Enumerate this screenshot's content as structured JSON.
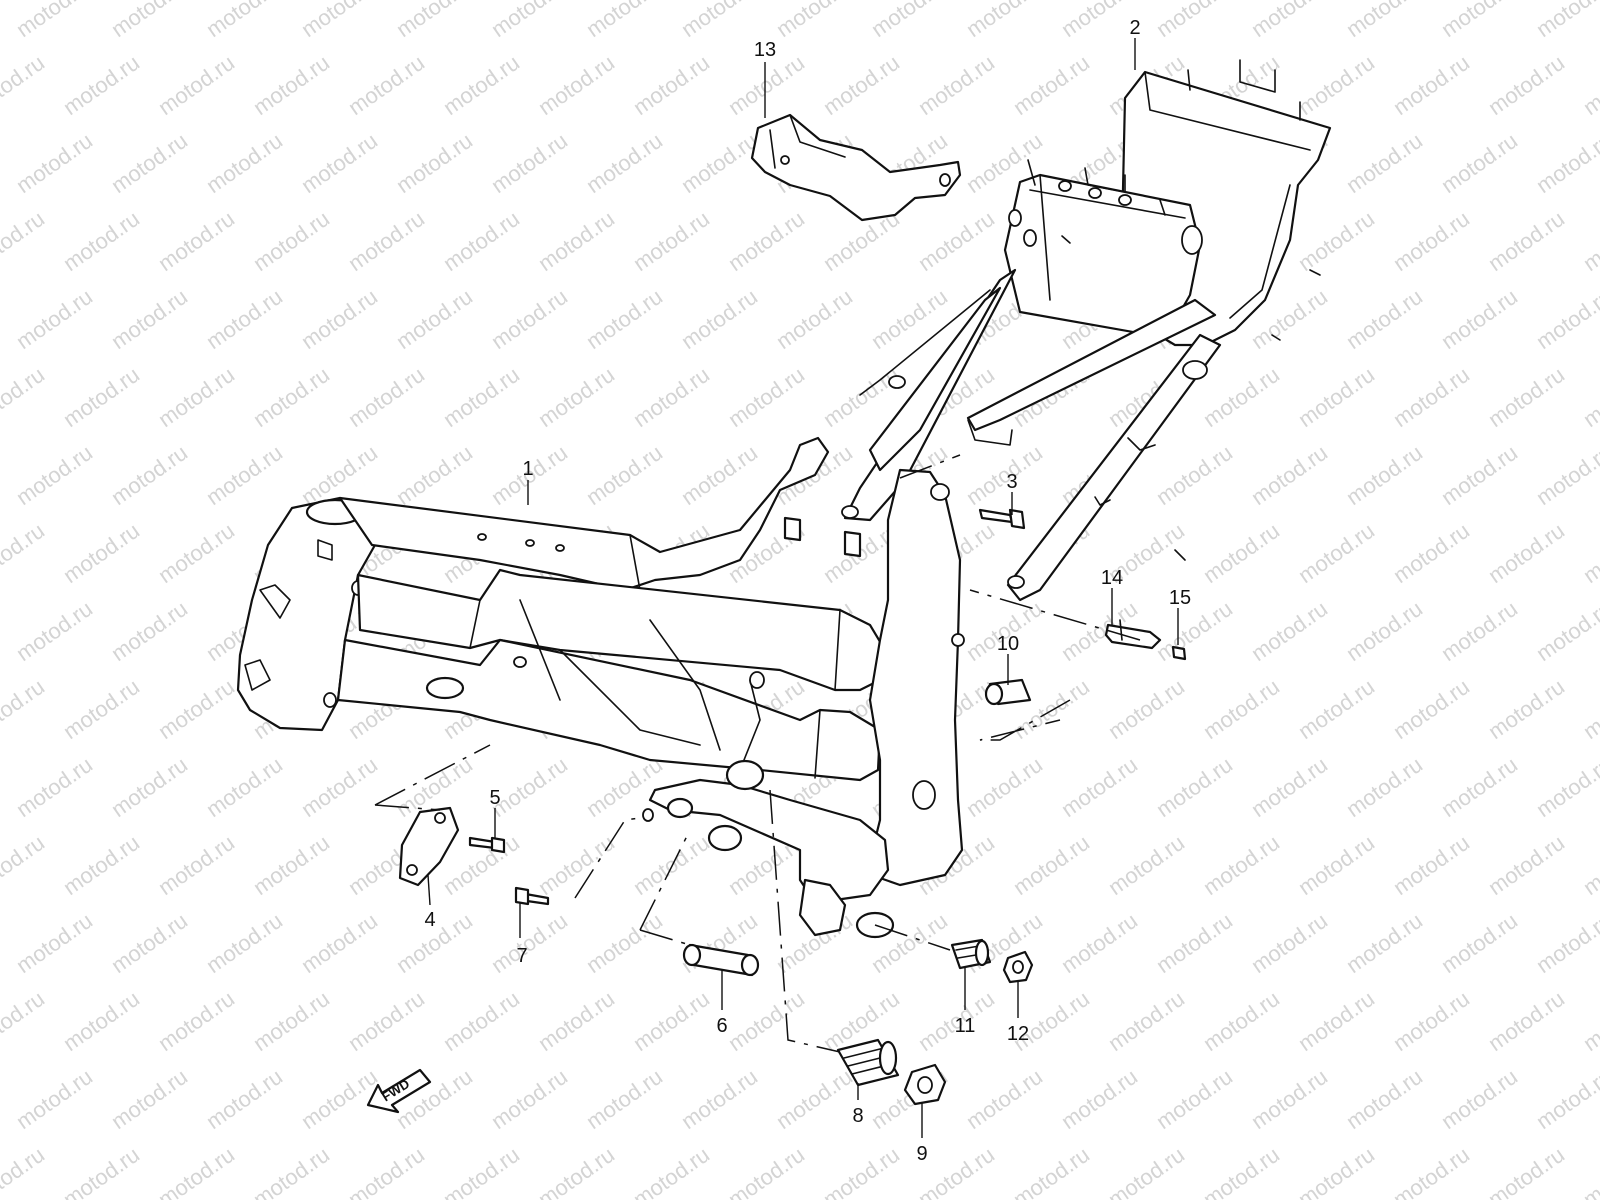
{
  "watermark": "motod.ru",
  "fwd_label": "FWD",
  "callouts": {
    "c1": "1",
    "c2": "2",
    "c3": "3",
    "c4": "4",
    "c5": "5",
    "c6": "6",
    "c7": "7",
    "c8": "8",
    "c9": "9",
    "c10": "10",
    "c11": "11",
    "c12": "12",
    "c13": "13",
    "c14": "14",
    "c15": "15"
  },
  "colors": {
    "line": "#111111",
    "watermark": "#d4d4d4",
    "background": "#ffffff"
  }
}
